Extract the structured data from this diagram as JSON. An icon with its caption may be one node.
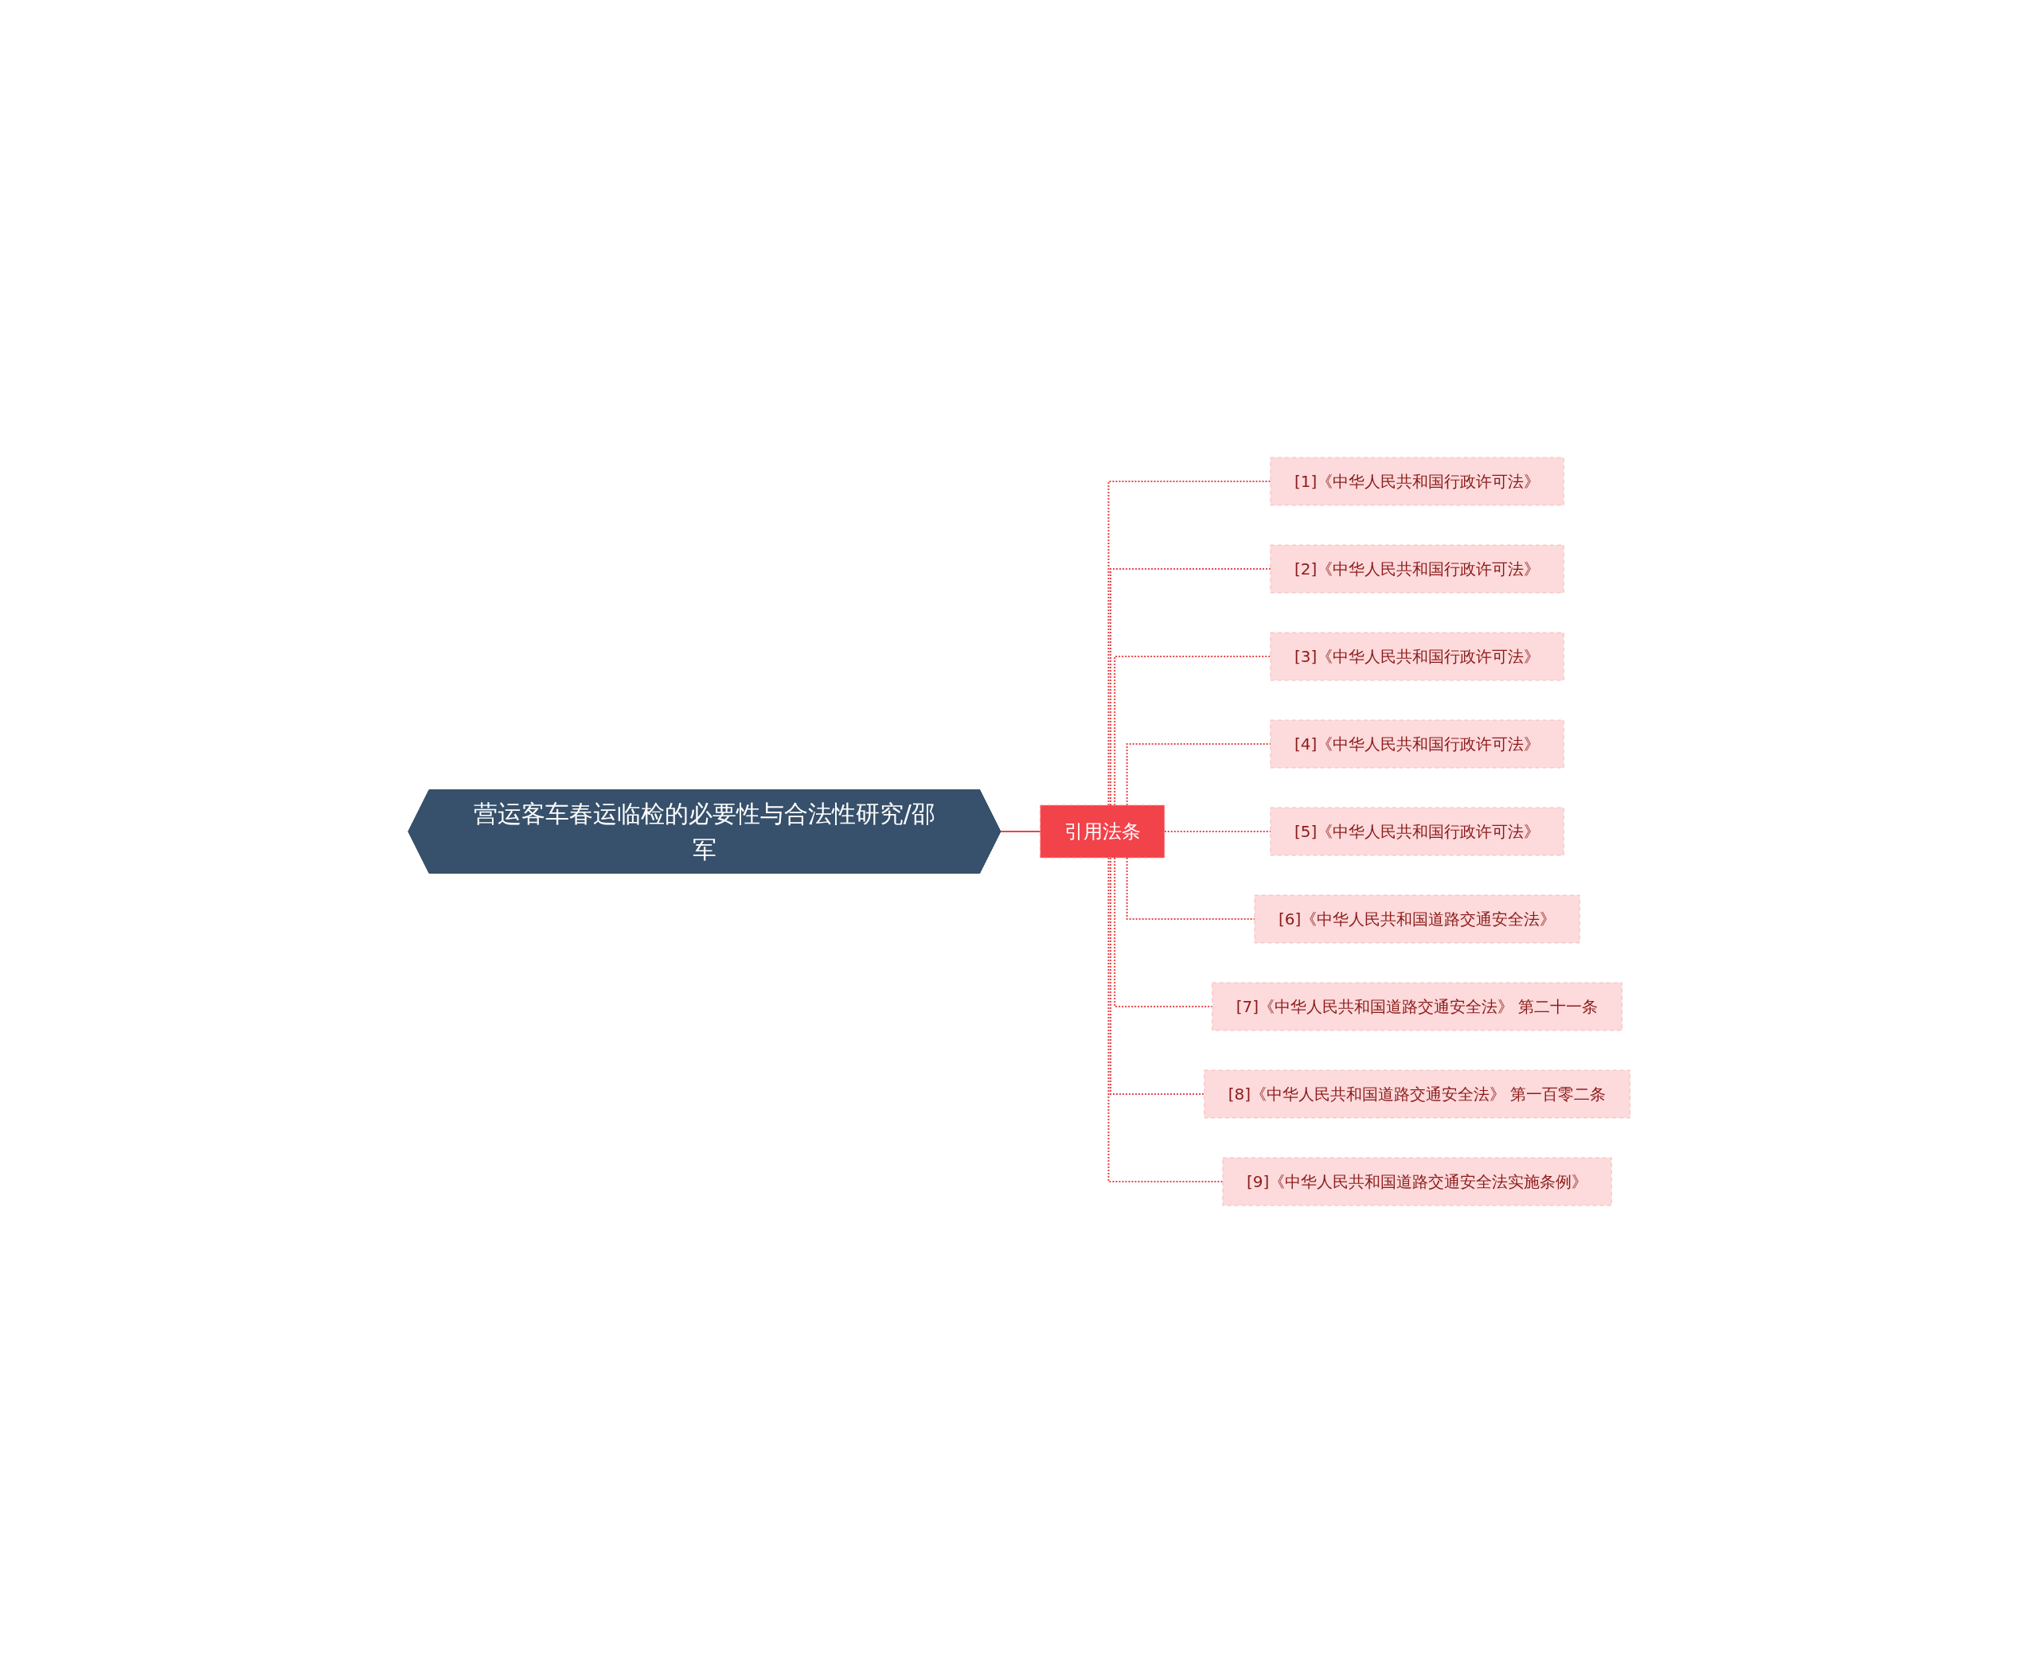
{
  "diagram": {
    "nodes": [
      {
        "text": [
          "营运客车春运临检的必要性与合法性研究/邵军"
        ]
      },
      {
        "text": [
          "引用法条"
        ]
      },
      {
        "text": [
          "[1]《中华人民共和国行政许可法》"
        ]
      },
      {
        "text": [
          "[2]《中华人民共和国行政许可法》"
        ]
      },
      {
        "text": [
          "[3]《中华人民共和国行政许可法》"
        ]
      },
      {
        "text": [
          "[4]《中华人民共和国行政许可法》"
        ]
      },
      {
        "text": [
          "[5]《中华人民共和国行政许可法》"
        ]
      },
      {
        "text": [
          "[6]《中华人民共和国道路交通安全法》"
        ]
      },
      {
        "text": [
          "[7]《中华人民共和国道路交通安全法》 第二十一条"
        ]
      },
      {
        "text": [
          "[8]《中华人民共和国道路交通安全法》 第一百零二条"
        ]
      },
      {
        "text": [
          "[9]《中华人民共和国道路交通安全法实施条例》"
        ]
      }
    ],
    "edges": [
      {
        "from": 0,
        "to": 1,
        "arrow": "none"
      },
      {
        "from": 1,
        "to": 2,
        "arrow": "none",
        "style": "dashed"
      },
      {
        "from": 1,
        "to": 3,
        "arrow": "none",
        "style": "dashed"
      },
      {
        "from": 1,
        "to": 4,
        "arrow": "none",
        "style": "dashed"
      },
      {
        "from": 1,
        "to": 5,
        "arrow": "none",
        "style": "dashed"
      },
      {
        "from": 1,
        "to": 6,
        "arrow": "none",
        "style": "dashed"
      },
      {
        "from": 1,
        "to": 7,
        "arrow": "none",
        "style": "dashed"
      },
      {
        "from": 1,
        "to": 8,
        "arrow": "none",
        "style": "dashed"
      },
      {
        "from": 1,
        "to": 9,
        "arrow": "none",
        "style": "dashed"
      },
      {
        "from": 1,
        "to": 10,
        "arrow": "none",
        "style": "dashed"
      }
    ]
  }
}
